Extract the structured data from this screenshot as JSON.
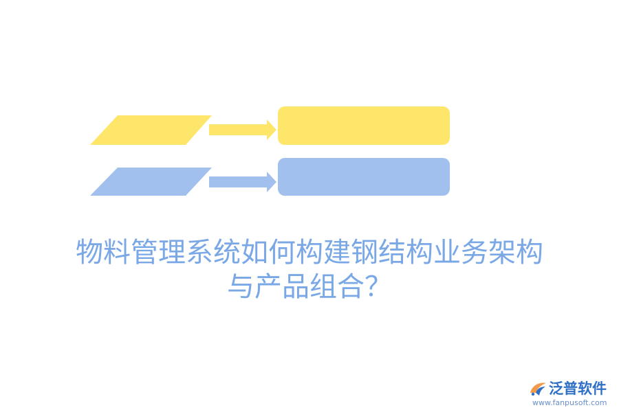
{
  "colors": {
    "yellow": "#fde66a",
    "blue": "#a1c0ee",
    "title_text": "#7aa7e6",
    "logo_orange": "#f29a4a",
    "logo_blue": "#2f6fc5",
    "url_text": "#6b8fc9"
  },
  "title": {
    "line1": "物料管理系统如何构建钢结构业务架构",
    "line2": "与产品组合？"
  },
  "logo": {
    "icon": "fanpu-logo-icon",
    "name": "泛普软件",
    "url": "www.fanpusoft.com"
  }
}
